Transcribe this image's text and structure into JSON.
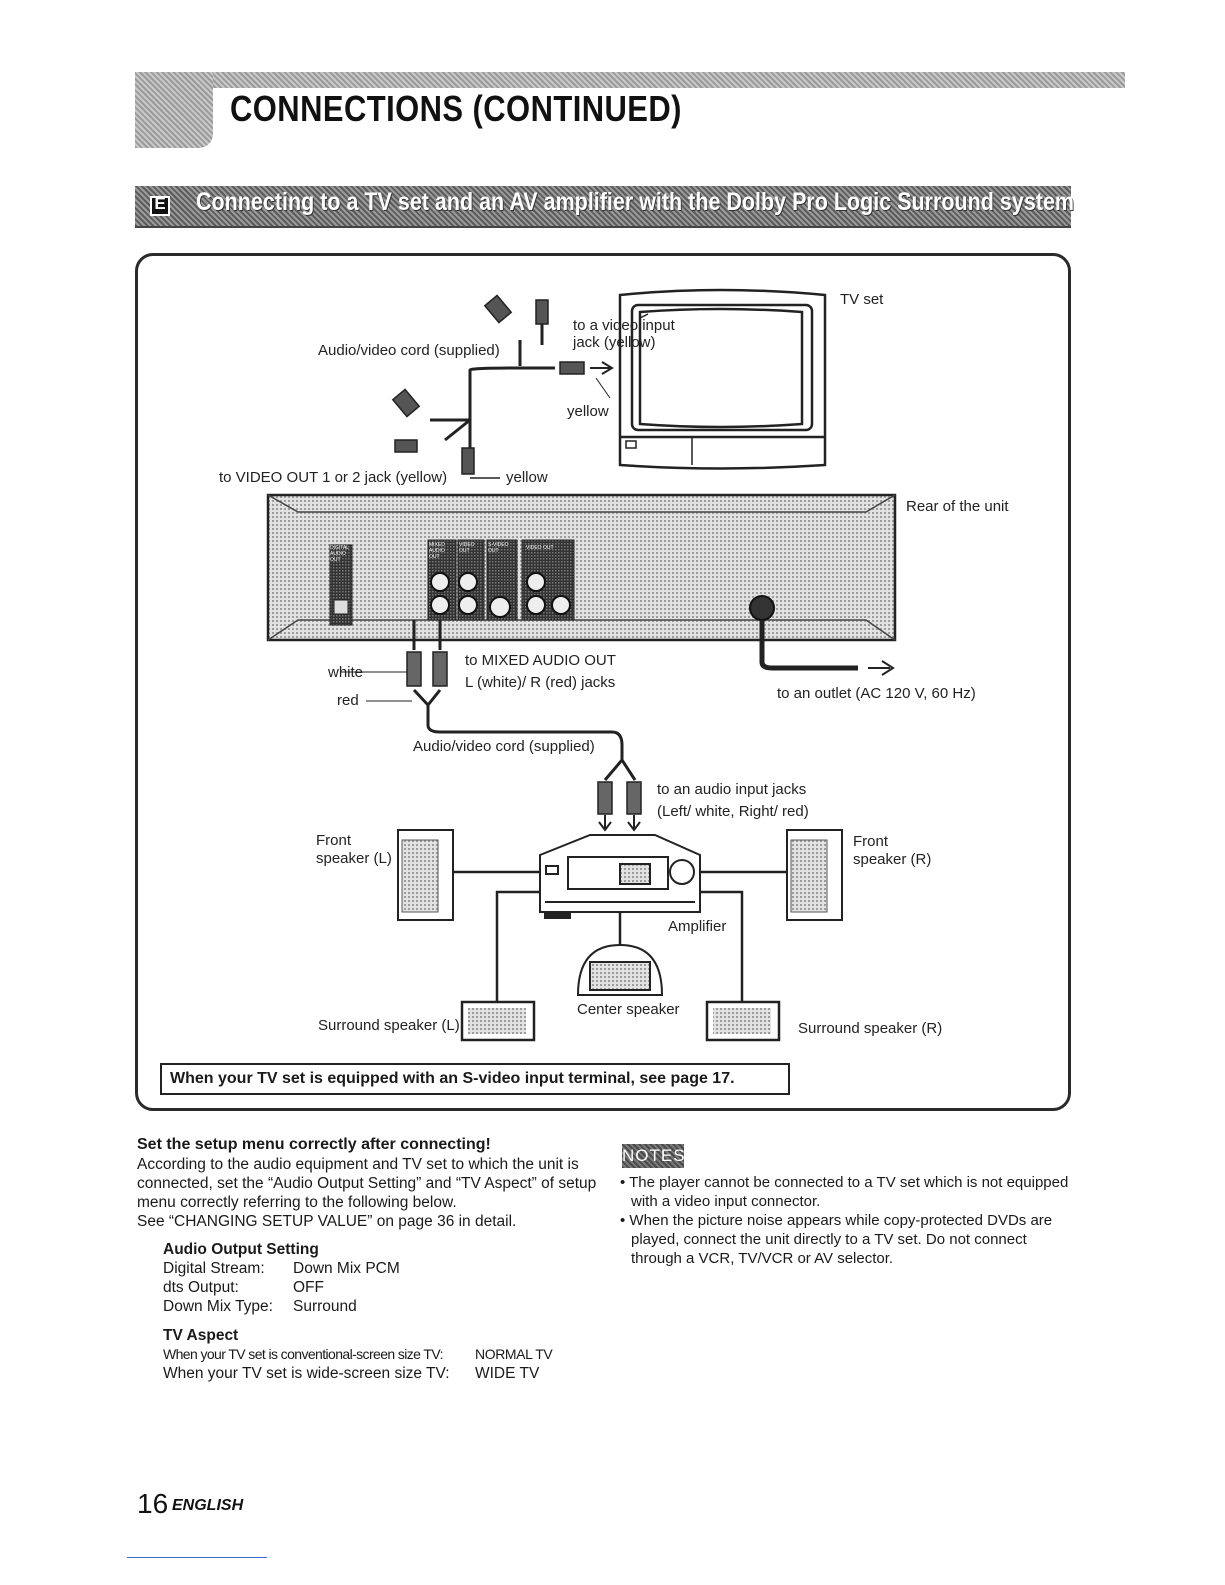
{
  "header": {
    "title": "CONNECTIONS (CONTINUED)"
  },
  "section": {
    "badge": "E",
    "title": "Connecting to a TV set and an AV amplifier with the Dolby Pro Logic Surround system"
  },
  "diagram": {
    "labels": {
      "tv_set": "TV set",
      "av_cord_1": "Audio/video cord (supplied)",
      "video_input_1": "to a video input",
      "video_input_2": "jack (yellow)",
      "yellow_top": "yellow",
      "video_out": "to VIDEO OUT 1 or 2 jack (yellow)",
      "yellow_mid": "yellow",
      "rear": "Rear of the unit",
      "white": "white",
      "red": "red",
      "mixed_audio_1": "to MIXED AUDIO OUT",
      "mixed_audio_2": "L (white)/ R (red) jacks",
      "outlet": "to an outlet  (AC 120 V, 60 Hz)",
      "av_cord_2": "Audio/video cord (supplied)",
      "audio_input_1": "to an audio input jacks",
      "audio_input_2": "(Left/ white, Right/ red)",
      "front_l_1": "Front",
      "front_l_2": "speaker (L)",
      "front_r_1": "Front",
      "front_r_2": "speaker (R)",
      "amplifier": "Amplifier",
      "center": "Center speaker",
      "surround_l": "Surround speaker (L)",
      "surround_r": "Surround speaker (R)"
    },
    "panel_labels": [
      "DIGITAL AUDIO OUT",
      "MIXED AUDIO OUT",
      "VIDEO OUT",
      "S-VIDEO OUT",
      "VIDEO OUT"
    ],
    "svideo_note": "When your TV set is equipped with an S-video input terminal, see page 17."
  },
  "setup": {
    "heading": "Set the setup menu correctly after connecting!",
    "intro": [
      "According to the audio equipment and TV set to which the unit is",
      "connected, set the “Audio Output Setting” and “TV Aspect” of setup",
      "menu correctly referring to the following below.",
      "See  “CHANGING SETUP VALUE” on page 36 in detail."
    ],
    "audio_heading": "Audio Output Setting",
    "audio_rows": [
      {
        "k": "Digital Stream:",
        "v": "Down Mix PCM"
      },
      {
        "k": "dts Output:",
        "v": "OFF"
      },
      {
        "k": "Down Mix Type:",
        "v": "Surround"
      }
    ],
    "tv_heading": "TV Aspect",
    "tv_rows": [
      {
        "k": "When your TV set is conventional-screen size TV:",
        "v": "NORMAL TV"
      },
      {
        "k": "When your TV set is  wide-screen size TV:",
        "v": "WIDE TV"
      }
    ]
  },
  "notes": {
    "badge": "NOTES",
    "lines": [
      "• The player cannot be connected to a TV set which is not equipped",
      "with a video input connector.",
      "• When the picture noise appears while copy-protected DVDs are",
      "played, connect the unit directly to a TV set.  Do not connect",
      "through a VCR, TV/VCR or AV selector."
    ]
  },
  "footer": {
    "page": "16",
    "lang": "ENGLISH"
  }
}
